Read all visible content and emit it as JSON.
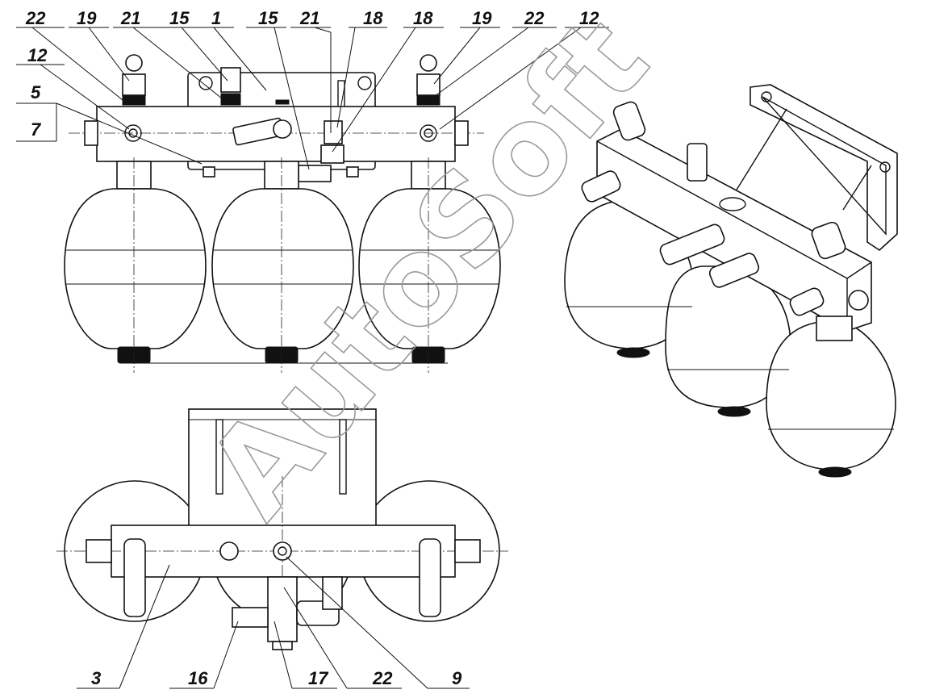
{
  "callouts": {
    "top": [
      "22",
      "19",
      "21",
      "15",
      "1",
      "15",
      "21",
      "18",
      "18",
      "19",
      "22",
      "12"
    ],
    "left": [
      "12",
      "5",
      "7"
    ],
    "bottom": [
      "3",
      "16",
      "17",
      "22",
      "9"
    ]
  },
  "watermark": "AutoSoft",
  "colors": {
    "ink": "#111111",
    "watermark": "#9a9a9a",
    "background": "#ffffff"
  }
}
